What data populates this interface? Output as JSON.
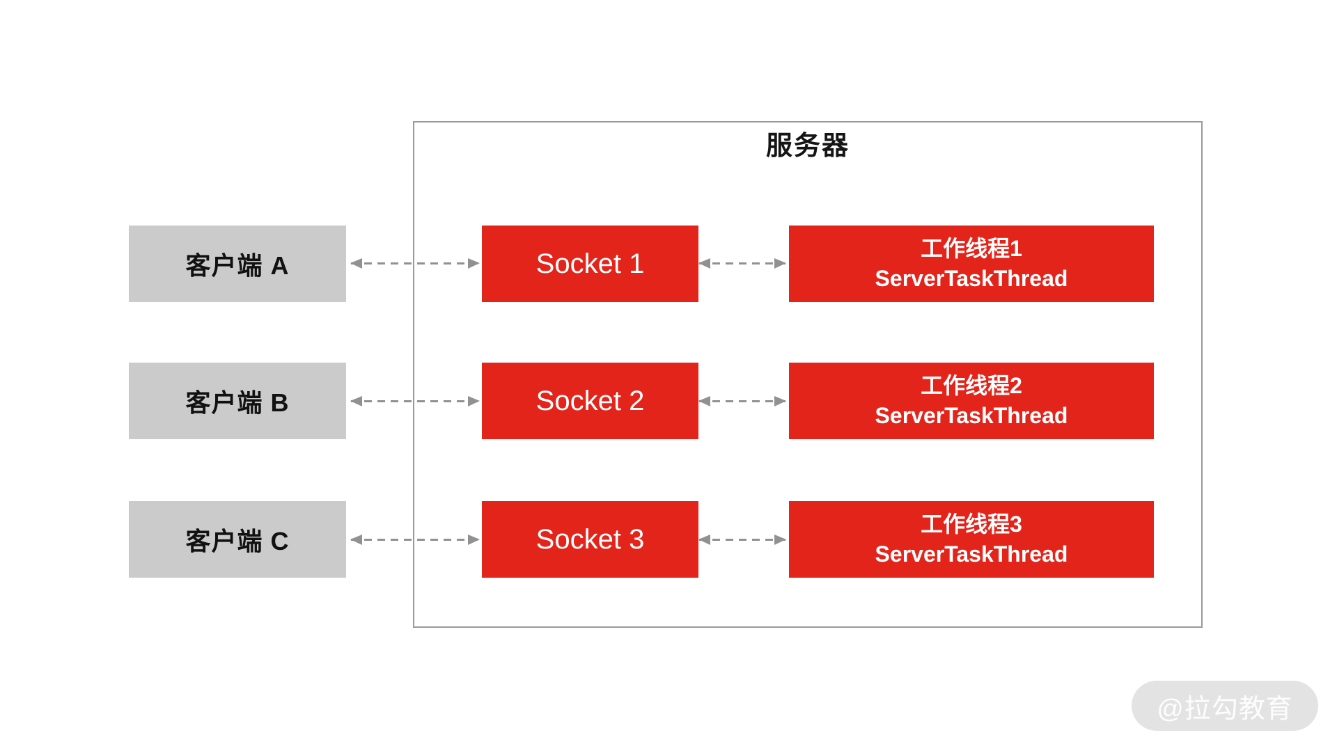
{
  "title": "服务器",
  "watermark": "@拉勾教育",
  "colors": {
    "accent_red": "#e2241b",
    "client_gray": "#cbcbcb",
    "border_gray": "#9a9a9a",
    "arrow_gray": "#919191",
    "watermark_bg": "#e3e3e3"
  },
  "rows": [
    {
      "client_label": "客户端 A",
      "socket_label": "Socket 1",
      "worker_title": "工作线程1",
      "worker_subtitle": "ServerTaskThread"
    },
    {
      "client_label": "客户端 B",
      "socket_label": "Socket 2",
      "worker_title": "工作线程2",
      "worker_subtitle": "ServerTaskThread"
    },
    {
      "client_label": "客户端 C",
      "socket_label": "Socket 3",
      "worker_title": "工作线程3",
      "worker_subtitle": "ServerTaskThread"
    }
  ]
}
